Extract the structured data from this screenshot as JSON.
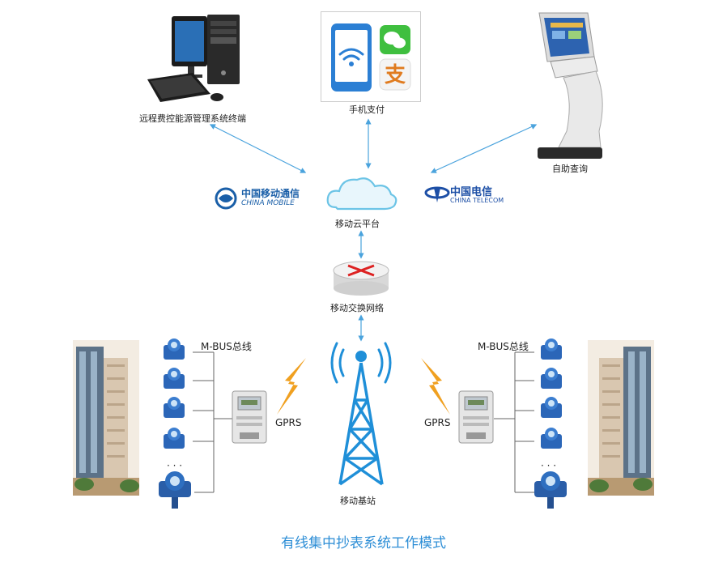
{
  "nodes": {
    "pc_terminal": "远程费控能源管理系统终端",
    "mobile_pay": "手机支付",
    "kiosk": "自助查询",
    "cloud": "移动云平台",
    "switch": "移动交换网络",
    "base_station": "移动基站"
  },
  "carriers": {
    "china_mobile_cn": "中国移动通信",
    "china_mobile_en": "CHINA MOBILE",
    "china_telecom_cn": "中国电信",
    "china_telecom_en": "CHINA TELECOM"
  },
  "left": {
    "bus_label": "M-BUS总线",
    "gprs_label": "GPRS",
    "dots": "· · ·"
  },
  "right": {
    "bus_label": "M-BUS总线",
    "gprs_label": "GPRS",
    "dots": "· · ·"
  },
  "pay_icons": {
    "alipay_glyph": "支"
  },
  "caption": "有线集中抄表系统工作模式",
  "colors": {
    "link": "#4aa3dd",
    "accent_blue": "#2d8ed6",
    "lightning": "#f0a020",
    "meter_blue": "#2b66b8"
  }
}
